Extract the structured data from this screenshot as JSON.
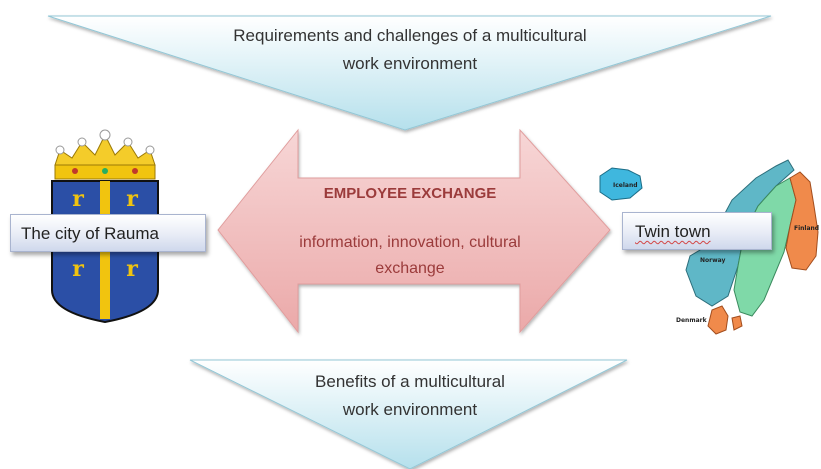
{
  "top_arrow": {
    "text": "Requirements and challenges of a multicultural work environment"
  },
  "bottom_arrow": {
    "text": "Benefits of a multicultural work environment"
  },
  "center_arrow": {
    "title": "EMPLOYEE EXCHANGE",
    "subtitle": "information, innovation, cultural exchange"
  },
  "left_label": "The city of Rauma",
  "right_label": "Twin town",
  "map_labels": {
    "iceland": "Iceland",
    "finland": "Finland",
    "norway": "Norway",
    "denmark": "Denmark"
  },
  "colors": {
    "arrow_fill_light": "#ffffff",
    "arrow_fill_dark": "#b5e0ec",
    "exchange_fill": "#f2c3c3",
    "exchange_text": "#9b3b3b",
    "shield_blue": "#2b4fa6",
    "shield_yellow": "#f1c40f",
    "iceland": "#3fb7de",
    "finland": "#f08a4b",
    "sweden": "#7fd9a8",
    "norway": "#5fb7c7",
    "denmark": "#f08a4b"
  },
  "icons": [
    "crown-icon",
    "coat-of-arms-icon",
    "nordic-map-icon"
  ]
}
